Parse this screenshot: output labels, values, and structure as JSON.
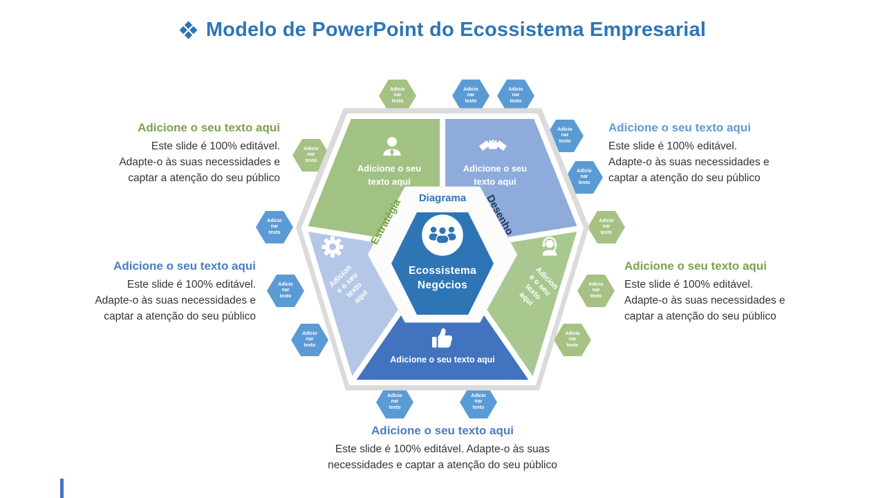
{
  "slide": {
    "title_icon": "diamond-cluster-icon",
    "title": "Modelo de PowerPoint do Ecossistema Empresarial"
  },
  "diagram": {
    "center": {
      "icon": "team-icon",
      "line1": "Ecossistema",
      "line2": "Negócios"
    },
    "ring": {
      "top_label": "Diagrama",
      "left_label": "Estratégia",
      "right_label": "Desenho"
    },
    "sections": {
      "top_left": {
        "icon": "businessman-icon",
        "line1": "Adicione o seu",
        "line2": "texto aqui"
      },
      "top_right": {
        "icon": "handshake-icon",
        "line1": "Adicione o seu",
        "line2": "texto aqui"
      },
      "left": {
        "icon": "gear-icon",
        "line1": "Adicion",
        "line2": "e o seu",
        "line3": "texto",
        "line4": "aqui"
      },
      "right": {
        "icon": "headset-icon",
        "line1": "Adicion",
        "line2": "e o seu",
        "line3": "texto",
        "line4": "aqui"
      },
      "bottom": {
        "icon": "thumbs-up-icon",
        "line1": "Adicione o seu texto aqui"
      }
    },
    "small_hex_label": "Adicio nar texto"
  },
  "callouts": {
    "top_left": {
      "heading": "Adicione o seu texto aqui",
      "heading_color": "#7AA24B",
      "body_lines": [
        "Este slide é 100% editável.",
        "Adapte-o às suas necessidades e",
        "captar a atenção do seu público"
      ]
    },
    "top_right": {
      "heading": "Adicione o seu texto aqui",
      "heading_color": "#5D9AD3",
      "body_lines": [
        "Este slide é 100% editável.",
        "Adapte-o às suas necessidades e",
        "captar a atenção do seu público"
      ]
    },
    "mid_left": {
      "heading": "Adicione o seu texto aqui",
      "heading_color": "#4A7CBF",
      "body_lines": [
        "Este slide é 100% editável.",
        "Adapte-o às suas necessidades e",
        "captar a atenção do seu público"
      ]
    },
    "mid_right": {
      "heading": "Adicione o seu texto aqui",
      "heading_color": "#7AA24B",
      "body_lines": [
        "Este slide é 100% editável.",
        "Adapte-o às suas necessidades e",
        "captar a atenção do seu público"
      ]
    },
    "bottom": {
      "heading": "Adicione o seu texto aqui",
      "heading_color": "#4A7CBF",
      "body_lines": [
        "Este slide é 100% editável. Adapte-o às suas",
        "necessidades e captar a atenção do seu público"
      ]
    }
  },
  "colors": {
    "title": "#2E75B6",
    "section_green_top_left": "#A2C284",
    "section_blue_top_right": "#8FABDC",
    "section_light_blue_left": "#B4C7E7",
    "section_green_right": "#A9C88F",
    "section_dark_blue_bottom": "#4173BE",
    "center_hexagon": "#2E75B6",
    "hexagon_blue": "#5B9BD5",
    "hexagon_green": "#A5C184",
    "label_diagrama": "#2E75B6",
    "label_estrategia": "#71A23E",
    "label_desenho": "#223A5E",
    "heading_green": "#7AA24B",
    "heading_blue": "#4A7CBF",
    "heading_sky_blue": "#5D9AD3",
    "body_text": "#343434"
  }
}
